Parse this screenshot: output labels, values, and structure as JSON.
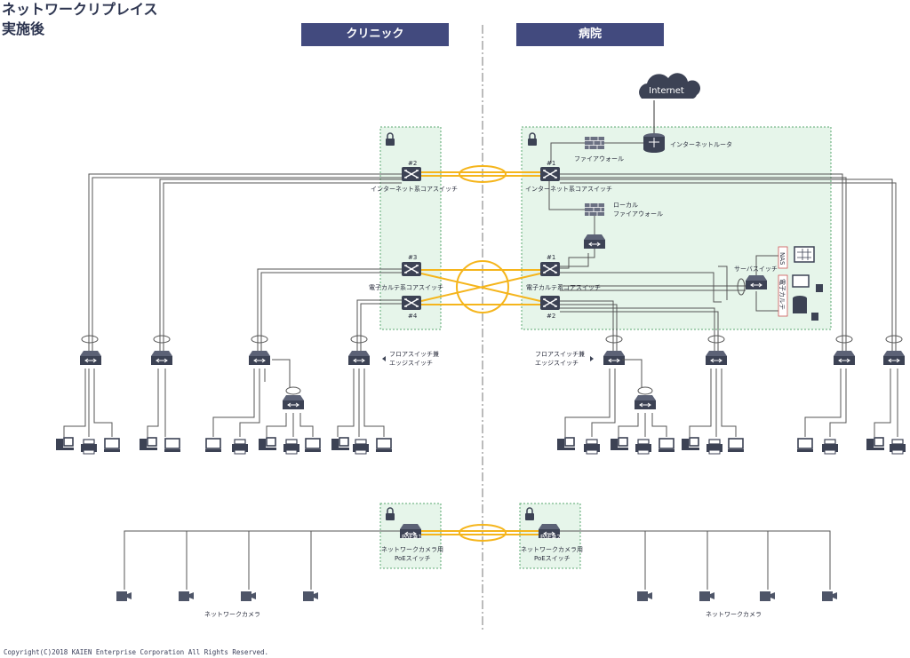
{
  "title_line1": "ネットワークリプレイス",
  "title_line2": "実施後",
  "header_left": "クリニック",
  "header_right": "病院",
  "internet": "Internet",
  "labels": {
    "internet_router": "インターネットルータ",
    "firewall": "ファイアウォール",
    "local_firewall_1": "ローカル",
    "local_firewall_2": "ファイアウォール",
    "internet_core_left": "インターネット系コアスイッチ",
    "internet_core_right": "インターネット系コアスイッチ",
    "ehr_core_left": "電子カルテ系コアスイッチ",
    "ehr_core_right": "電子カルテ系コアスイッチ",
    "server_switch": "サーバスイッチ",
    "nas": "NAS",
    "ehr": "電子カルテ",
    "floor_left_1": "フロアスイッチ兼",
    "floor_left_2": "エッジスイッチ",
    "floor_right_1": "フロアスイッチ兼",
    "floor_right_2": "エッジスイッチ",
    "poe_left_1": "ネットワークカメラ用",
    "poe_left_2": "PoEスイッチ",
    "poe_right_1": "ネットワークカメラ用",
    "poe_right_2": "PoEスイッチ",
    "camera_left": "ネットワークカメラ",
    "camera_right": "ネットワークカメラ",
    "sw_l2": "#2",
    "sw_l3": "#3",
    "sw_l4": "#4",
    "sw_r1": "#1",
    "sw_r1b": "#1",
    "sw_r2": "#2",
    "poe1": "PoE#1",
    "poe2": "PoE#2"
  },
  "copyright": "Copyright(C)2018 KAIEN Enterprise Corporation All Rights Reserved.",
  "colors": {
    "zone_fill": "#e6f5ea",
    "zone_border": "#5aa870",
    "link": "#f5b51c",
    "header": "#424a7e",
    "device": "#3c4254"
  }
}
